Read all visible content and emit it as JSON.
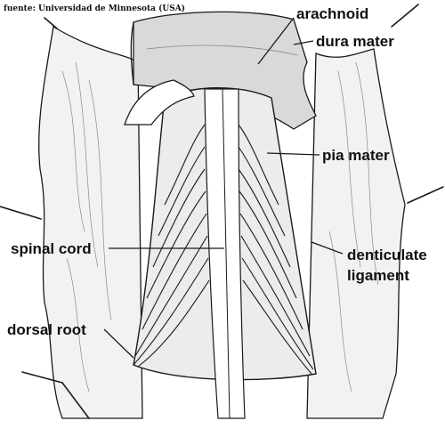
{
  "source_text": "fuente: Universidad de Minnesota (USA)",
  "labels": {
    "arachnoid": "arachnoid",
    "dura_mater": "dura mater",
    "pia_mater": "pia mater",
    "denticulate_ligament_line1": "denticulate",
    "denticulate_ligament_line2": "ligament",
    "spinal_cord": "spinal cord",
    "dorsal_root": "dorsal root"
  },
  "colors": {
    "ink": "#1a1a1a",
    "paper": "#ffffff",
    "shade": "#d9d9d9"
  }
}
